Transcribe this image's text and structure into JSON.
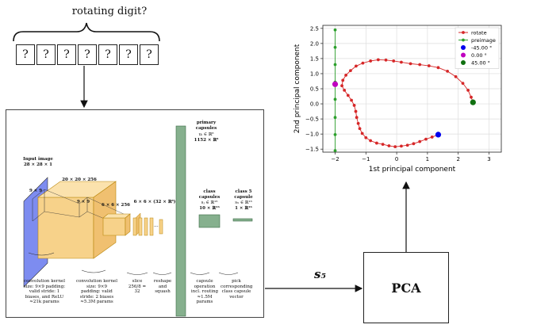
{
  "title": "rotating digit?",
  "digits": [
    "?",
    "?",
    "?",
    "?",
    "?",
    "?",
    "?"
  ],
  "network": {
    "input_title": "Input image",
    "input_size": "28 × 28 × 1",
    "conv1_size": "20 × 20 × 256",
    "kernel1": "9 × 9",
    "kernel2": "9 × 9",
    "conv2_size": "6 × 6 × 256",
    "slice_size": "6 × 6 × (32 × ℝ⁸)",
    "primary_title": "primary capsules",
    "primary_var": "uᵢ ∈ ℝ⁸",
    "primary_count": "1152 × ℝ⁸",
    "class_title": "class capsules",
    "class_var": "sⱼ ∈ ℝ¹⁶",
    "class_count": "10 × ℝ¹⁶",
    "class5_title": "class 5 capsule",
    "class5_var": "s₅ ∈ ℝ¹⁶",
    "class5_count": "1 × ℝ¹⁶",
    "ann_conv1": "convolution kernel size: 9×9 padding: valid stride: 1 biases, and ReLU ≈21k params",
    "ann_conv2": "convolution kernel size: 9×9 padding: valid stride: 2 biases ≈5.3M params",
    "ann_slice": "slice 256/8 = 32",
    "ann_reshape": "reshape and squash",
    "ann_capsule": "capsule operation incl. routing ≈1.5M params",
    "ann_pick": "pick corresponding class capsule vector"
  },
  "s5_label": "s₅",
  "pca_label": "PCA",
  "chart_data": {
    "type": "scatter",
    "xlabel": "1st principal component",
    "ylabel": "2nd principal component",
    "xlim": [
      -2.4,
      3.4
    ],
    "ylim": [
      -1.6,
      2.6
    ],
    "xticks": [
      -2,
      -1,
      0,
      1,
      2,
      3
    ],
    "yticks": [
      -1.5,
      -1.0,
      -0.5,
      0.0,
      0.5,
      1.0,
      1.5,
      2.0,
      2.5
    ],
    "xtick_labels": [
      "−2",
      "−1",
      "0",
      "1",
      "2",
      "3"
    ],
    "ytick_labels": [
      "−1.5",
      "−1.0",
      "−0.5",
      "0.0",
      "0.5",
      "1.0",
      "1.5",
      "2.0",
      "2.5"
    ],
    "grid": true,
    "legend_position": "top-right",
    "series": [
      {
        "name": "rotate",
        "color": "#d62728",
        "mode": "line-markers",
        "points": [
          [
            1.35,
            -1.02
          ],
          [
            1.15,
            -1.1
          ],
          [
            0.95,
            -1.17
          ],
          [
            0.75,
            -1.25
          ],
          [
            0.55,
            -1.32
          ],
          [
            0.35,
            -1.37
          ],
          [
            0.15,
            -1.4
          ],
          [
            -0.05,
            -1.42
          ],
          [
            -0.25,
            -1.39
          ],
          [
            -0.45,
            -1.34
          ],
          [
            -0.65,
            -1.3
          ],
          [
            -0.85,
            -1.22
          ],
          [
            -1.0,
            -1.12
          ],
          [
            -1.12,
            -0.98
          ],
          [
            -1.2,
            -0.82
          ],
          [
            -1.25,
            -0.65
          ],
          [
            -1.3,
            -0.45
          ],
          [
            -1.33,
            -0.25
          ],
          [
            -1.38,
            -0.05
          ],
          [
            -1.47,
            0.12
          ],
          [
            -1.58,
            0.28
          ],
          [
            -1.7,
            0.45
          ],
          [
            -1.78,
            0.6
          ],
          [
            -1.75,
            0.78
          ],
          [
            -1.65,
            0.95
          ],
          [
            -1.5,
            1.1
          ],
          [
            -1.32,
            1.25
          ],
          [
            -1.1,
            1.35
          ],
          [
            -0.85,
            1.42
          ],
          [
            -0.6,
            1.46
          ],
          [
            -0.35,
            1.45
          ],
          [
            -0.1,
            1.42
          ],
          [
            0.15,
            1.38
          ],
          [
            0.45,
            1.33
          ],
          [
            0.75,
            1.3
          ],
          [
            1.05,
            1.26
          ],
          [
            1.35,
            1.2
          ],
          [
            1.65,
            1.08
          ],
          [
            1.92,
            0.9
          ],
          [
            2.15,
            0.68
          ],
          [
            2.32,
            0.45
          ],
          [
            2.42,
            0.22
          ],
          [
            2.48,
            0.05
          ]
        ]
      },
      {
        "name": "preimage",
        "color": "#2ca02c",
        "mode": "line-markers",
        "points": [
          [
            -2,
            2.45
          ],
          [
            -2,
            1.87
          ],
          [
            -2,
            1.3
          ],
          [
            -2,
            0.72
          ],
          [
            -2,
            0.15
          ],
          [
            -2,
            -0.45
          ],
          [
            -2,
            -1.02
          ],
          [
            -2,
            -1.55
          ]
        ]
      },
      {
        "name": "-45.00 °",
        "color": "#0000ee",
        "mode": "marker",
        "points": [
          [
            1.35,
            -1.02
          ]
        ]
      },
      {
        "name": "0.00 °",
        "color": "#c000c0",
        "mode": "marker",
        "points": [
          [
            -2.0,
            0.65
          ]
        ]
      },
      {
        "name": "45.00 °",
        "color": "#107010",
        "mode": "marker",
        "points": [
          [
            2.48,
            0.05
          ]
        ]
      }
    ]
  }
}
